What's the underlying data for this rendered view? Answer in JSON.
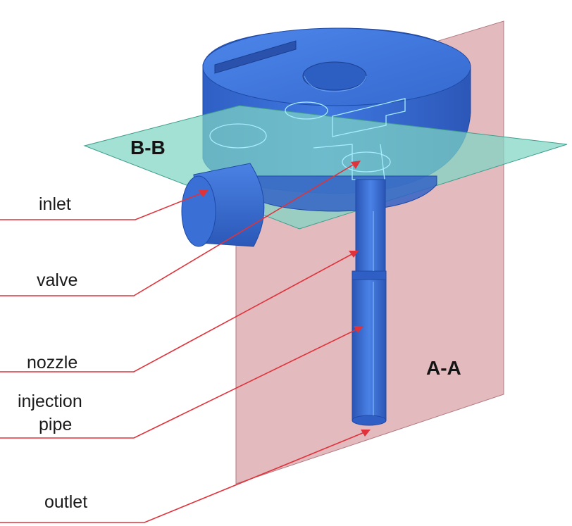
{
  "planes": {
    "horizontal": "B-B",
    "vertical": "A-A"
  },
  "callouts": {
    "inlet": "inlet",
    "valve": "valve",
    "nozzle": "nozzle",
    "injection_line1": "injection",
    "injection_line2": "pipe",
    "outlet": "outlet"
  },
  "colors": {
    "body_blue": "#3a6fd6",
    "plane_horizontal": "#7fd6c4",
    "plane_vertical": "#d9a3a8",
    "leader": "#e0323a"
  }
}
